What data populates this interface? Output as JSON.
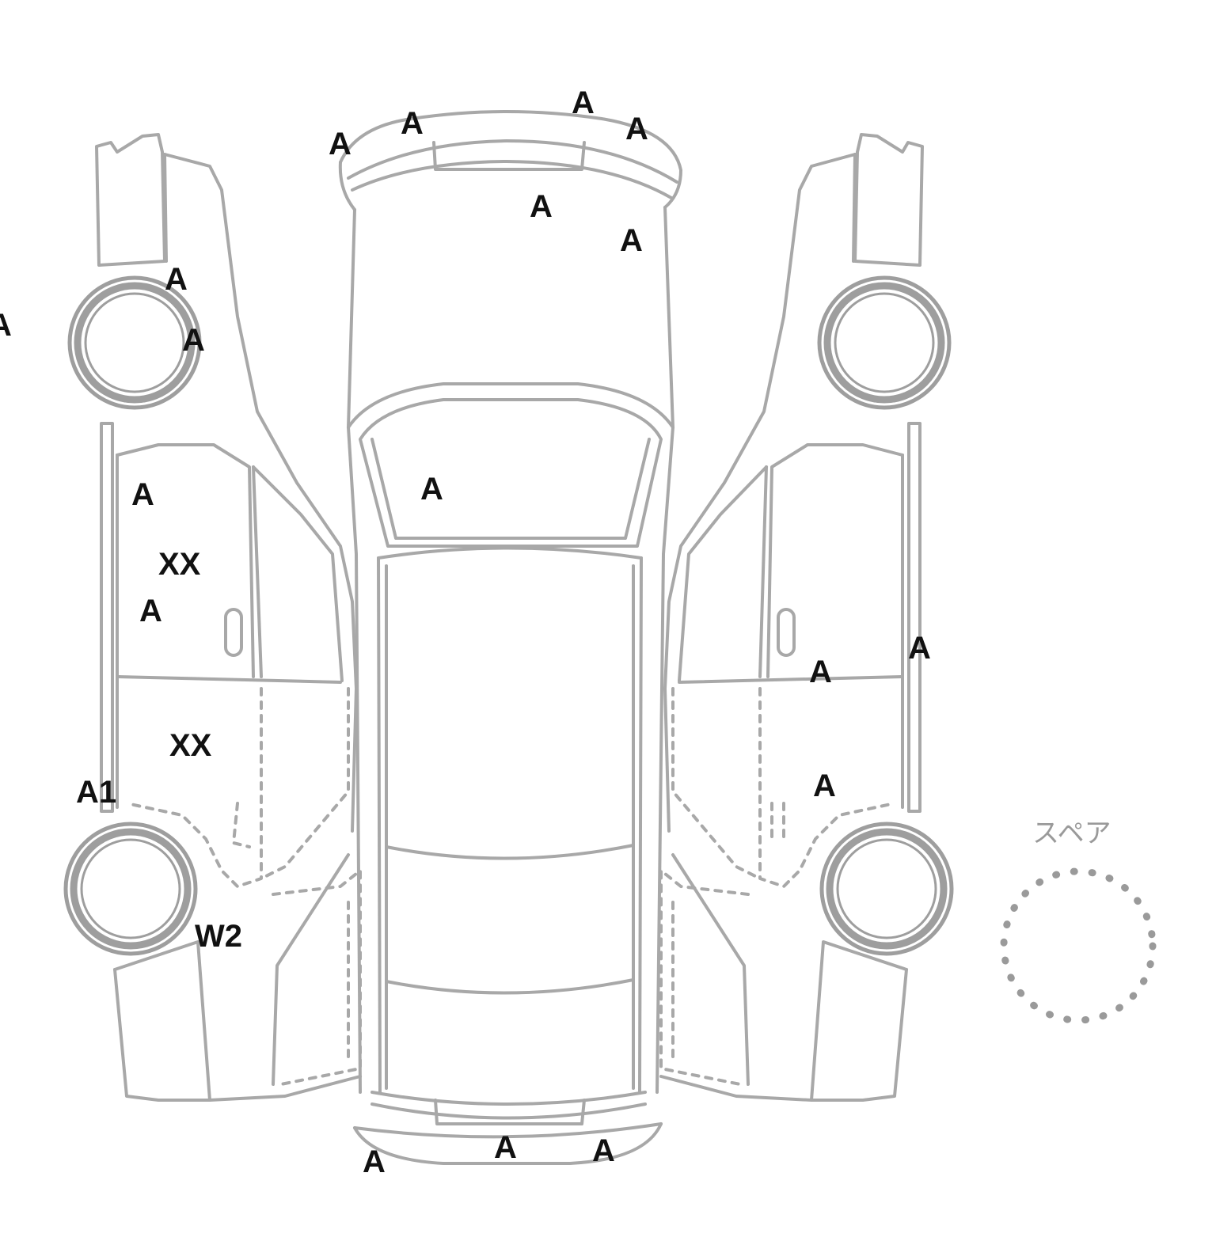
{
  "diagram": {
    "spare_label": "スペア",
    "colors": {
      "outline": "#a8a8a8",
      "wheel": "#9e9e9e",
      "mark": "#111111"
    },
    "marks": [
      {
        "id": "front-bumper-1",
        "text": "A"
      },
      {
        "id": "front-bumper-2",
        "text": "A"
      },
      {
        "id": "front-bumper-3",
        "text": "A"
      },
      {
        "id": "front-bumper-4",
        "text": "A"
      },
      {
        "id": "hood-1",
        "text": "A"
      },
      {
        "id": "hood-2",
        "text": "A"
      },
      {
        "id": "windshield",
        "text": "A"
      },
      {
        "id": "left-front-fender-1",
        "text": "A"
      },
      {
        "id": "left-front-fender-2",
        "text": "A"
      },
      {
        "id": "left-edge-cut",
        "text": "A"
      },
      {
        "id": "left-front-door-1",
        "text": "A"
      },
      {
        "id": "left-front-door-2",
        "text": "XX"
      },
      {
        "id": "left-front-door-3",
        "text": "A"
      },
      {
        "id": "left-rear-door",
        "text": "XX"
      },
      {
        "id": "left-rocker",
        "text": "A1"
      },
      {
        "id": "left-rear-wheel",
        "text": "W2"
      },
      {
        "id": "right-front-door-1",
        "text": "A"
      },
      {
        "id": "right-pillar",
        "text": "A"
      },
      {
        "id": "right-rear-door",
        "text": "A"
      },
      {
        "id": "rear-bumper-1",
        "text": "A"
      },
      {
        "id": "rear-bumper-2",
        "text": "A"
      },
      {
        "id": "rear-bumper-3",
        "text": "A"
      }
    ]
  }
}
